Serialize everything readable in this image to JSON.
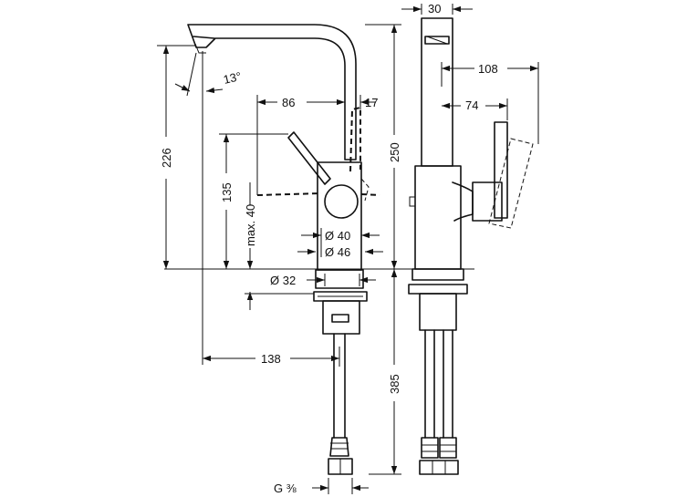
{
  "dimensions": {
    "d30": "30",
    "d108": "108",
    "d74": "74",
    "d86": "86",
    "d17": "17",
    "d13": "13°",
    "d226": "226",
    "d250": "250",
    "d135": "135",
    "dmax40": "max. 40",
    "d40": "Ø 40",
    "d46": "Ø 46",
    "d32": "Ø 32",
    "d138": "138",
    "d385": "385",
    "dG": "G ⅜"
  },
  "colors": {
    "line": "#111111",
    "background": "#ffffff"
  }
}
